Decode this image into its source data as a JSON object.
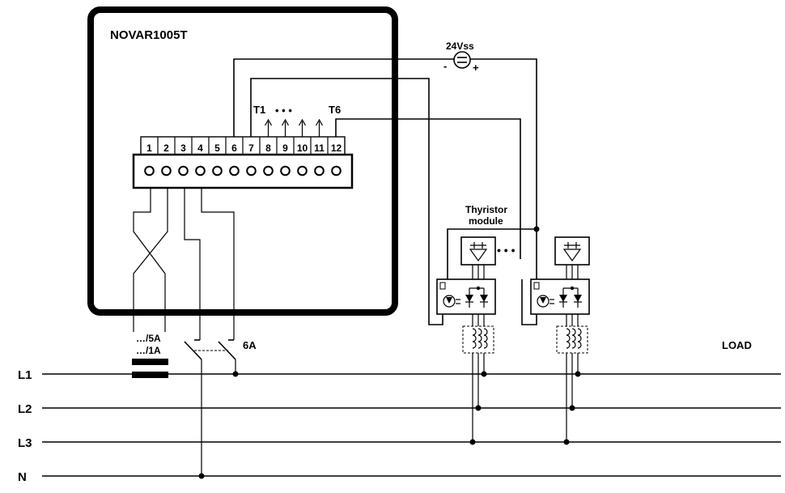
{
  "controller": {
    "model": "NOVAR1005T",
    "terminals": [
      "1",
      "2",
      "3",
      "4",
      "5",
      "6",
      "7",
      "8",
      "9",
      "10",
      "11",
      "12"
    ],
    "output_first": "T1",
    "output_last": "T6",
    "ellipsis": "• • •"
  },
  "supply": {
    "label": "24Vss",
    "minus": "-",
    "plus": "+"
  },
  "current_transformer": {
    "label_a": "…/5A",
    "label_b": "…/1A"
  },
  "fuse": {
    "label": "6A"
  },
  "thyristor": {
    "label_line1": "Thyristor",
    "label_line2": "module",
    "ellipsis": "• • •"
  },
  "load": {
    "label": "LOAD"
  },
  "lines": [
    "L1",
    "L2",
    "L3",
    "N"
  ]
}
